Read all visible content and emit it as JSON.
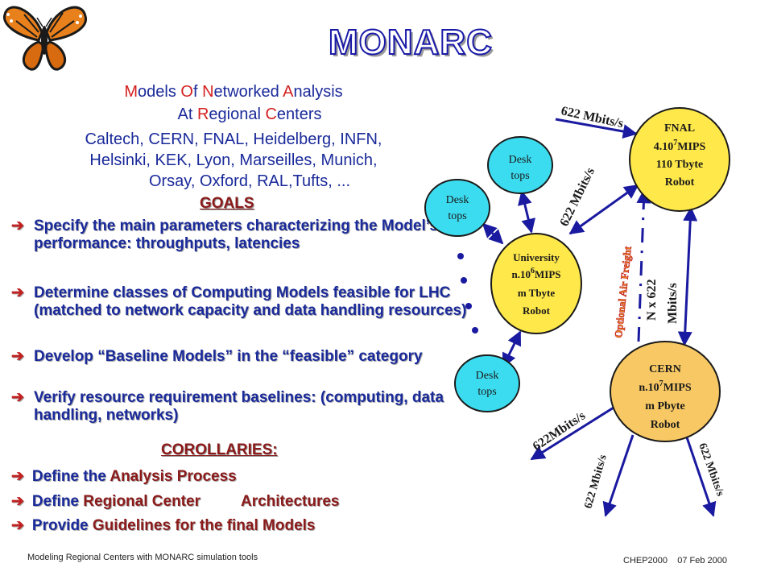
{
  "title": "MONARC",
  "subtitle": {
    "line1_parts": [
      "M",
      "odels ",
      "O",
      "f ",
      "N",
      "etworked ",
      "A",
      "nalysis"
    ],
    "line2_parts": [
      "At ",
      "R",
      "egional ",
      "C",
      "enters"
    ],
    "participants_line1": "Caltech, CERN, FNAL, Heidelberg, INFN,",
    "participants_line2": "Helsinki, KEK, Lyon, Marseilles, Munich,",
    "participants_line3": "Orsay, Oxford, RAL,Tufts, ..."
  },
  "goals": {
    "heading": "GOALS",
    "items": [
      "Specify the main parameters characterizing the Model’s performance: throughputs, latencies",
      "Determine classes of Computing Models feasible for LHC (matched to network capacity and data handling resources)",
      "Develop “Baseline Models” in the “feasible” category",
      "Verify resource requirement baselines: (computing, data handling, networks)"
    ]
  },
  "corollaries": {
    "heading": "COROLLARIES:",
    "item1": {
      "a": "Define the ",
      "b": "Analysis Process"
    },
    "item2": {
      "a": "Define ",
      "b": "Regional Center",
      "c": "Architectures"
    },
    "item3": {
      "a": "Provide ",
      "b": "Guidelines for the final Models"
    }
  },
  "diagram": {
    "fnal": {
      "l1": "FNAL",
      "l2a": "4.10",
      "l2sup": "7",
      "l2b": "MIPS",
      "l3": "110 Tbyte",
      "l4": "Robot"
    },
    "university": {
      "l1": "University",
      "l2a": "n.10",
      "l2sup": "6",
      "l2b": "MIPS",
      "l3": "m Tbyte",
      "l4": "Robot"
    },
    "cern": {
      "l1": "CERN",
      "l2a": "n.10",
      "l2sup": "7",
      "l2b": "MIPS",
      "l3": "m Pbyte",
      "l4": "Robot"
    },
    "desktops": {
      "l1": "Desk",
      "l2": "tops"
    },
    "links": {
      "top": "622 Mbits/s",
      "univ_fnal": "622 Mbits/s",
      "optional": "Optional Air Freight",
      "nx622_a": "N x 622",
      "nx622_b": "Mbits/s",
      "cern_left": "622Mbits/s",
      "cern_bottom_left": "622 Mbits/s",
      "cern_bottom_right": "622 Mbits/s"
    }
  },
  "footer": {
    "left": "Modeling Regional Centers with MONARC simulation tools",
    "right": "CHEP2000    07 Feb 2000"
  },
  "colors": {
    "node_fill": "#ffe84a",
    "desk_fill": "#3cdcf0",
    "cern_fill": "#f7c864",
    "arrow": "#1a1aa0",
    "bullet_arrow": "#c02020"
  },
  "icons": [
    "butterfly-logo",
    "bullet-arrow-icon"
  ]
}
